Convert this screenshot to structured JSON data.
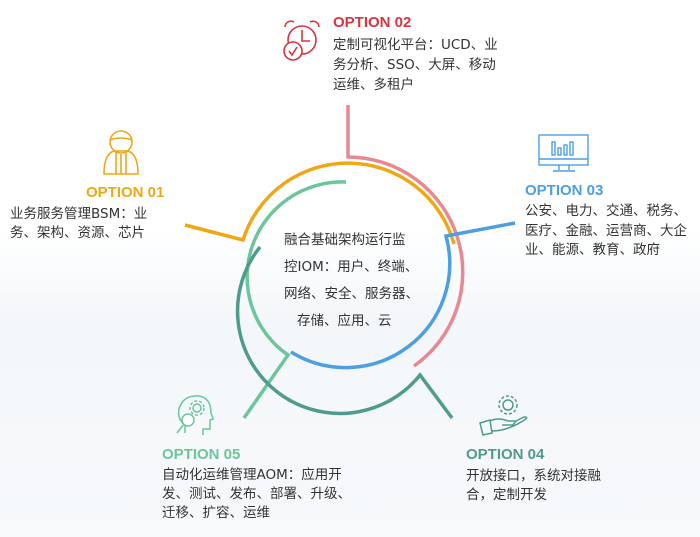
{
  "colors": {
    "option01": "#eea816",
    "option02": "#d9343f",
    "option02_line": "#e88891",
    "option03": "#4c9fe0",
    "option04": "#4f9b8c",
    "option05": "#6dc59b"
  },
  "center": {
    "lines": [
      "融合基础架构运行监",
      "控IOM：用户、终端、",
      "网络、安全、服务器、",
      "存储、应用、云"
    ]
  },
  "options": [
    {
      "title": "OPTION 01",
      "icon": "person-tie-icon",
      "lines": [
        "业务服务管理BSM：业",
        "务、架构、资源、芯片"
      ]
    },
    {
      "title": "OPTION 02",
      "icon": "alarm-clock-icon",
      "lines": [
        "定制可视化平台：UCD、业",
        "务分析、SSO、大屏、移动",
        "运维、多租户"
      ]
    },
    {
      "title": "OPTION 03",
      "icon": "monitor-chart-icon",
      "lines": [
        "公安、电力、交通、税务、",
        "医疗、金融、运营商、大企",
        "业、能源、教育、政府"
      ]
    },
    {
      "title": "OPTION 04",
      "icon": "hand-gear-icon",
      "lines": [
        "开放接口，系统对接融",
        "合，定制开发"
      ]
    },
    {
      "title": "OPTION 05",
      "icon": "head-gear-search-icon",
      "lines": [
        "自动化运维管理AOM：应用开",
        "发、测试、发布、部署、升级、",
        "迁移、扩容、运维"
      ]
    }
  ]
}
